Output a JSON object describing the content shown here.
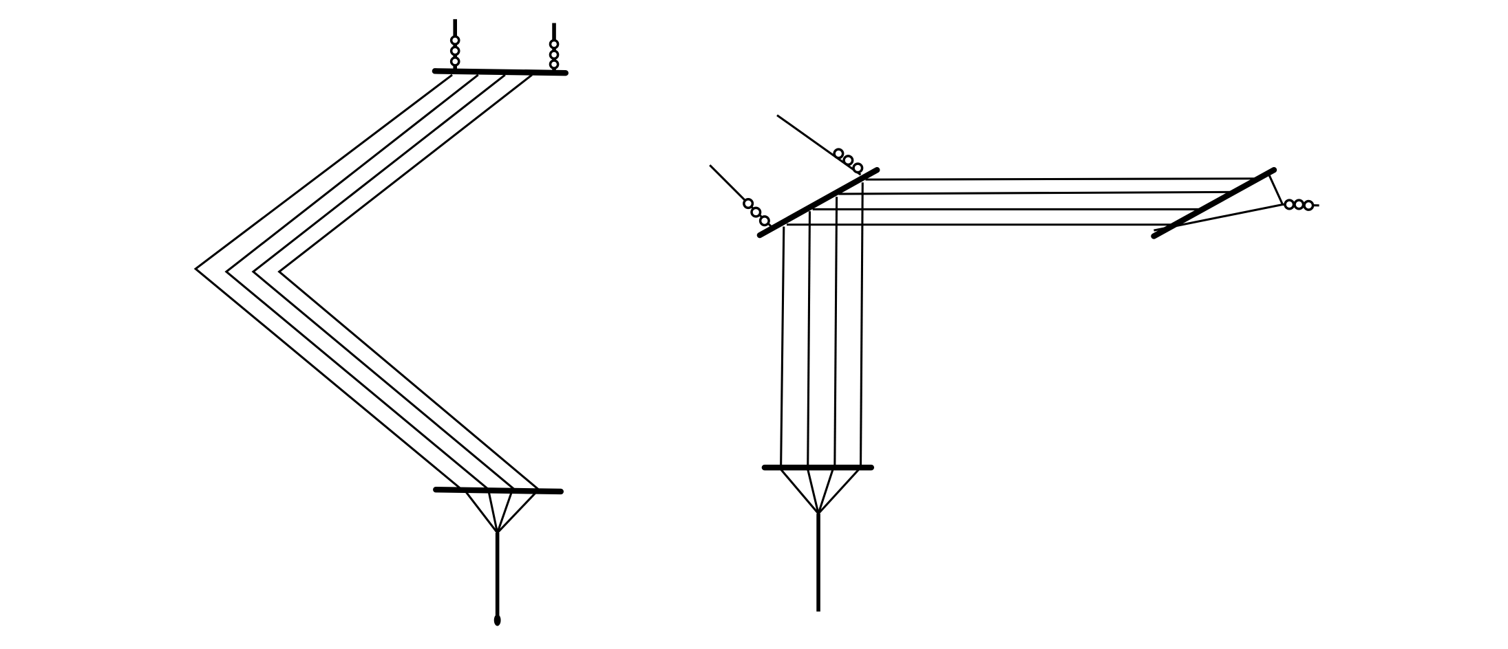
{
  "diagram": {
    "colors": {
      "ink": "#000000",
      "background": "#ffffff"
    },
    "figures": [
      {
        "id": "v-shaped-antenna",
        "wire_count": 4,
        "insulator_strings": 2
      },
      {
        "id": "l-shaped-antenna",
        "wire_count": 4,
        "insulator_strings": 3
      }
    ]
  }
}
